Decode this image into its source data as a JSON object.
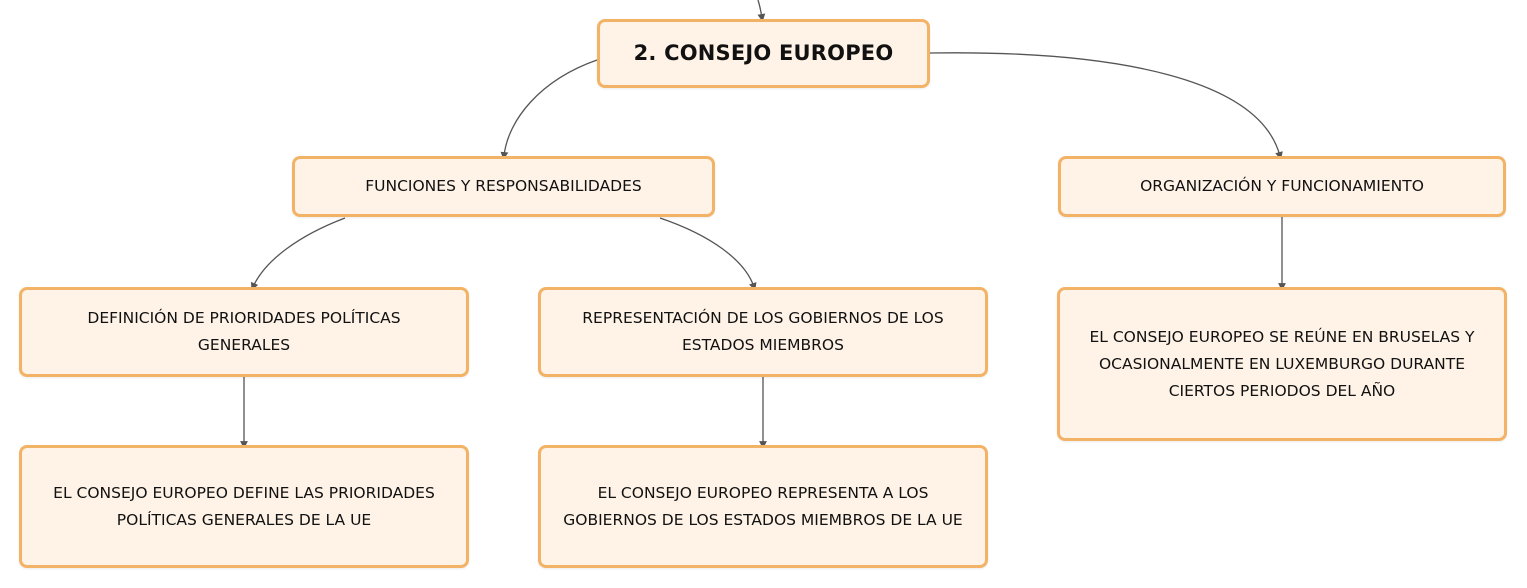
{
  "diagram": {
    "colors": {
      "node_fill": "#fff3e8",
      "node_border": "#f3b366",
      "connector": "#555555"
    },
    "root": {
      "label": "2. CONSEJO EUROPEO"
    },
    "branches": [
      {
        "label": "FUNCIONES Y RESPONSABILIDADES",
        "children": [
          {
            "label": "DEFINICIÓN DE PRIORIDADES POLÍTICAS GENERALES",
            "detail": "EL CONSEJO EUROPEO DEFINE LAS PRIORIDADES POLÍTICAS GENERALES DE LA UE"
          },
          {
            "label": "REPRESENTACIÓN DE LOS GOBIERNOS DE LOS ESTADOS MIEMBROS",
            "detail": "EL CONSEJO EUROPEO REPRESENTA A LOS GOBIERNOS DE LOS ESTADOS MIEMBROS DE LA UE"
          }
        ]
      },
      {
        "label": "ORGANIZACIÓN Y FUNCIONAMIENTO",
        "detail": "EL CONSEJO EUROPEO SE REÚNE EN BRUSELAS Y OCASIONALMENTE EN LUXEMBURGO DURANTE CIERTOS PERIODOS DEL AÑO"
      }
    ]
  }
}
